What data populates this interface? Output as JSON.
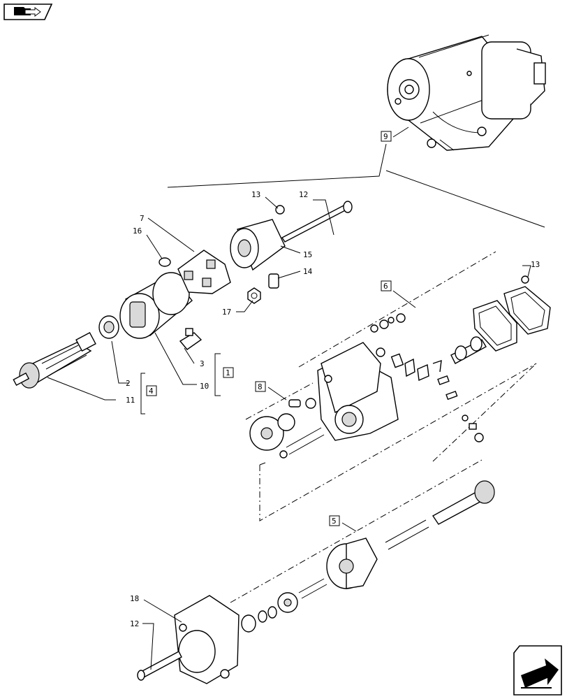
{
  "nav": {
    "prev_icon": "folder-arrow-icon",
    "next_icon": "next-page-arrow-icon"
  },
  "callouts": {
    "c1": "1",
    "c2": "2",
    "c3": "3",
    "c4": "4",
    "c5": "5",
    "c6": "6",
    "c7": "7",
    "c8": "8",
    "c9": "9",
    "c10": "10",
    "c11": "11",
    "c12a": "12",
    "c12b": "12",
    "c13a": "13",
    "c13b": "13",
    "c14": "14",
    "c15": "15",
    "c16": "16",
    "c17": "17",
    "c18": "18"
  }
}
